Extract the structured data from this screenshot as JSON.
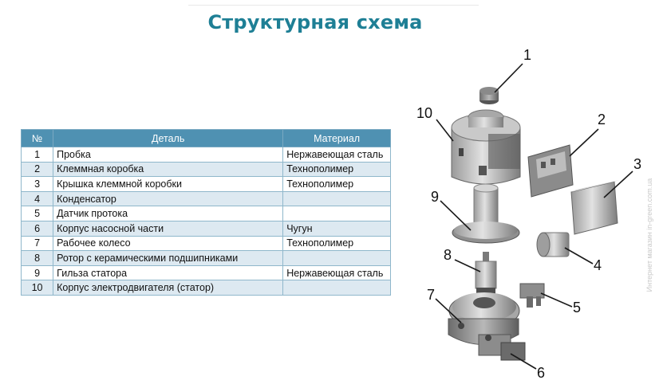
{
  "title": "Структурная схема",
  "table": {
    "headers": [
      "№",
      "Деталь",
      "Материал"
    ],
    "rows": [
      {
        "num": "1",
        "part": "Пробка",
        "material": "Нержавеющая сталь"
      },
      {
        "num": "2",
        "part": "Клеммная коробка",
        "material": "Технополимер"
      },
      {
        "num": "3",
        "part": "Крышка клеммной коробки",
        "material": "Технополимер"
      },
      {
        "num": "4",
        "part": "Конденсатор",
        "material": ""
      },
      {
        "num": "5",
        "part": "Датчик протока",
        "material": ""
      },
      {
        "num": "6",
        "part": "Корпус насосной части",
        "material": "Чугун"
      },
      {
        "num": "7",
        "part": "Рабочее колесо",
        "material": "Технополимер"
      },
      {
        "num": "8",
        "part": "Ротор с керамическими подшипниками",
        "material": ""
      },
      {
        "num": "9",
        "part": "Гильза статора",
        "material": "Нержавеющая сталь"
      },
      {
        "num": "10",
        "part": "Корпус электродвигателя (статор)",
        "material": ""
      }
    ]
  },
  "diagram_labels": {
    "l1": "1",
    "l2": "2",
    "l3": "3",
    "l4": "4",
    "l5": "5",
    "l6": "6",
    "l7": "7",
    "l8": "8",
    "l9": "9",
    "l10": "10"
  },
  "watermark": "Интернет магазин in-green.com.ua"
}
